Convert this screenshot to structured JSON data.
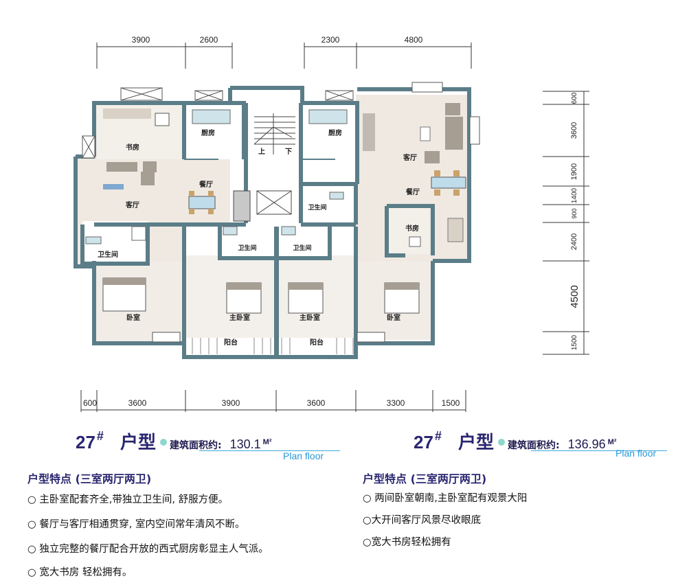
{
  "plan": {
    "dims_top_left": [
      "3900",
      "2600"
    ],
    "dims_top_right": [
      "2300",
      "4800"
    ],
    "dims_bottom": [
      "600",
      "3600",
      "3900",
      "3600",
      "3300",
      "1500"
    ],
    "dims_right": [
      "600",
      "3600",
      "1900",
      "1400",
      "900",
      "2400",
      "4500",
      "1500"
    ],
    "rooms": {
      "study_left": "书房",
      "kitchen_left": "厨房",
      "kitchen_right": "厨房",
      "stair_up": "上",
      "stair_down": "下",
      "living_right": "客厅",
      "dining_left": "餐厅",
      "dining_right": "餐厅",
      "living_left": "客厅",
      "bath_right_small": "卫生间",
      "study_right": "书房",
      "bath_left": "卫生间",
      "bath_mid_left": "卫生间",
      "bath_mid_right": "卫生间",
      "bedroom_left": "卧室",
      "master_left": "主卧室",
      "master_right": "主卧室",
      "bedroom_right": "卧室",
      "balcony_left": "阳台",
      "balcony_right": "阳台"
    }
  },
  "left_unit": {
    "number": "27",
    "sup": "#",
    "label": "户型",
    "area_label": "建筑面积约:",
    "area_value": "130.1",
    "area_unit": "M²",
    "plan_en": "Plan floor",
    "features_title": "户型特点 (三室两厅两卫)",
    "features": [
      "○ 主卧室配套齐全,带独立卫生间, 舒服方便。",
      "○ 餐厅与客厅相通贯穿, 室内空间常年清风不断。",
      "○ 独立完整的餐厅配合开放的西式厨房彰显主人气派。",
      "○ 宽大书房 轻松拥有。"
    ]
  },
  "right_unit": {
    "number": "27",
    "sup": "#",
    "label": "户型",
    "area_label": "建筑面积约:",
    "area_value": "136.96",
    "area_unit": "M²",
    "plan_en": "Plan floor",
    "features_title": "户型特点 (三室两厅两卫)",
    "features": [
      "○ 两间卧室朝南,主卧室配有观景大阳",
      "○大开间客厅风景尽收眼底",
      "○宽大书房轻松拥有"
    ]
  }
}
